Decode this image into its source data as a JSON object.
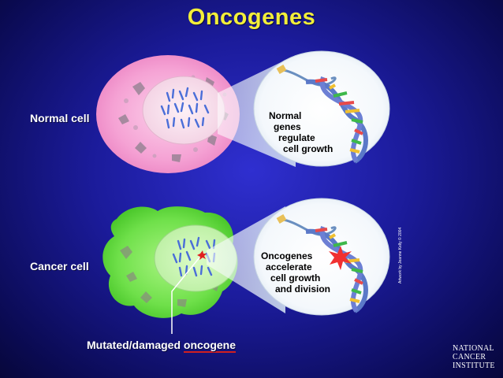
{
  "title": "Oncogenes",
  "labels": {
    "normal_cell": "Normal cell",
    "cancer_cell": "Cancer cell",
    "mutated_prefix": "Mutated/damaged ",
    "mutated_word": "oncogene"
  },
  "bubbles": {
    "normal": [
      "Normal",
      "genes",
      "regulate",
      "cell growth"
    ],
    "cancer": [
      "Oncogenes",
      "accelerate",
      "cell growth",
      "and division"
    ]
  },
  "credit": "Artwork by Jeanne Kelly © 2004",
  "logo": [
    "NATIONAL",
    "CANCER",
    "INSTITUTE"
  ],
  "colors": {
    "background": "#1b1b9a",
    "title": "#f2ee3a",
    "normal_cell": "#f7a8d8",
    "cancer_cell": "#6fe04a",
    "mutation_marker": "#e02020"
  }
}
